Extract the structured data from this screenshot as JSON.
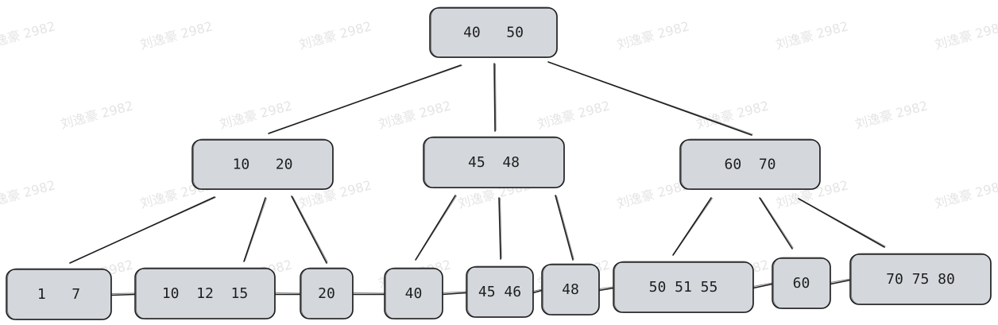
{
  "watermark": {
    "text": "刘逸豪 2982"
  },
  "nodes": [
    {
      "id": "root",
      "label": "40   50"
    },
    {
      "id": "n-10-20",
      "label": "10   20"
    },
    {
      "id": "n-45-48",
      "label": "45  48"
    },
    {
      "id": "n-60-70",
      "label": "60  70"
    },
    {
      "id": "leaf-1-7",
      "label": "1   7"
    },
    {
      "id": "leaf-10-12-15",
      "label": "10  12  15"
    },
    {
      "id": "leaf-20",
      "label": "20"
    },
    {
      "id": "leaf-40",
      "label": "40"
    },
    {
      "id": "leaf-45-46",
      "label": "45 46"
    },
    {
      "id": "leaf-48",
      "label": "48"
    },
    {
      "id": "leaf-50-51-55",
      "label": "50 51 55"
    },
    {
      "id": "leaf-60",
      "label": "60"
    },
    {
      "id": "leaf-70-75-80",
      "label": "70 75 80"
    }
  ],
  "edges": [
    {
      "from": "root",
      "to": "n-10-20"
    },
    {
      "from": "root",
      "to": "n-45-48"
    },
    {
      "from": "root",
      "to": "n-60-70"
    },
    {
      "from": "n-10-20",
      "to": "leaf-1-7"
    },
    {
      "from": "n-10-20",
      "to": "leaf-10-12-15"
    },
    {
      "from": "n-10-20",
      "to": "leaf-20"
    },
    {
      "from": "n-45-48",
      "to": "leaf-40"
    },
    {
      "from": "n-45-48",
      "to": "leaf-45-46"
    },
    {
      "from": "n-45-48",
      "to": "leaf-48"
    },
    {
      "from": "n-60-70",
      "to": "leaf-50-51-55"
    },
    {
      "from": "n-60-70",
      "to": "leaf-60"
    },
    {
      "from": "n-60-70",
      "to": "leaf-70-75-80"
    }
  ],
  "leaf_links": [
    {
      "from": "leaf-1-7",
      "to": "leaf-10-12-15"
    },
    {
      "from": "leaf-10-12-15",
      "to": "leaf-20"
    },
    {
      "from": "leaf-20",
      "to": "leaf-40"
    },
    {
      "from": "leaf-40",
      "to": "leaf-45-46"
    },
    {
      "from": "leaf-45-46",
      "to": "leaf-48"
    },
    {
      "from": "leaf-48",
      "to": "leaf-50-51-55"
    },
    {
      "from": "leaf-50-51-55",
      "to": "leaf-60"
    },
    {
      "from": "leaf-60",
      "to": "leaf-70-75-80"
    }
  ],
  "colors": {
    "node_fill": "#d4d8dd",
    "stroke": "#1e1e1e",
    "background": "#ffffff",
    "watermark": "#cfcfcf"
  }
}
